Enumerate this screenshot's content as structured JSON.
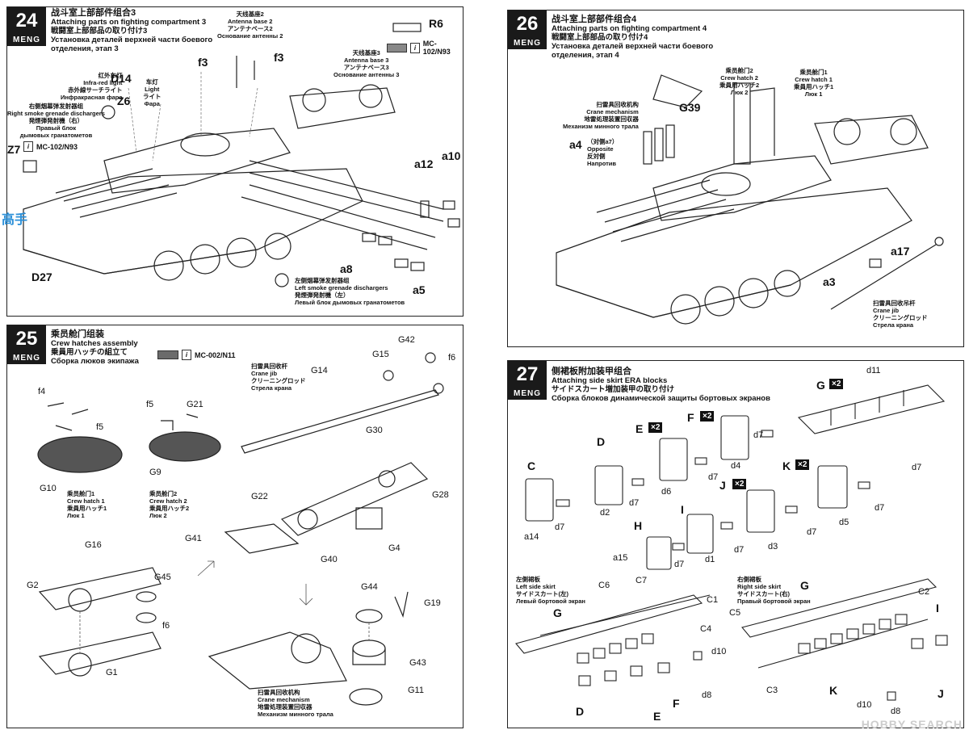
{
  "panels": {
    "p24": {
      "step": "24",
      "brand": "MENG",
      "title_cn": "战斗室上部部件组合3",
      "title_en": "Attaching parts on fighting compartment 3",
      "title_jp": "戦闘室上部部品の取り付け3",
      "title_ru": "Установка деталей верхней части боевого отделения, этап 3",
      "paint_r6": "R6",
      "paint_code": "MC-102/N93",
      "paint_code2": "MC-102/N93",
      "notes": {
        "antenna_base_2": "天线基座2\nAntenna base 2\nアンテナベース2\nОснование антенны 2",
        "antenna_base_3": "天线基座3\nAntenna base 3\nアンテナベース3\nОснование антенны 3",
        "infrared_light": "红外车灯\nInfra-red light\n赤外線サーチライト\nИнфракрасная фара",
        "light": "车灯\nLight\nライト\nФара",
        "right_smoke": "右侧烟幕弹发射器组\nRight smoke grenade dischargers\n発煙弾発射機（右）\nПравый блок\nдымовых гранатометов",
        "left_smoke": "左侧烟幕弹发射器组\nLeft smoke grenade dischargers\n発煙弾発射機（左）\nЛевый блок дымовых гранатометов"
      },
      "labels": [
        "f3",
        "f3",
        "D14",
        "Z6",
        "Z7",
        "D27",
        "a10",
        "a12",
        "a8",
        "a5"
      ]
    },
    "p25": {
      "step": "25",
      "brand": "MENG",
      "title_cn": "乘员舱门组装",
      "title_en": "Crew hatches assembly",
      "title_jp": "乗員用ハッチの組立て",
      "title_ru": "Сборка люков экипажа",
      "paint_code": "MC-002/N11",
      "notes": {
        "crane_jib": "扫雷具回收杆\nCrane jib\nクリーニングロッド\nСтрела крана",
        "crew_hatch_1": "乘员舱门1\nCrew hatch 1\n乗員用ハッチ1\nЛюк 1",
        "crew_hatch_2": "乘员舱门2\nCrew hatch 2\n乗員用ハッチ2\nЛюк 2",
        "crane_mech": "扫雷具回收机构\nCrane mechanism\n地雷処理装置回収器\nМеханизм минного трала"
      },
      "labels": [
        "f4",
        "f5",
        "G10",
        "f5",
        "G21",
        "G9",
        "G14",
        "G15",
        "G42",
        "f6",
        "G30",
        "G28",
        "G22",
        "G41",
        "G40",
        "G4",
        "G16",
        "G2",
        "G45",
        "f6",
        "G1",
        "G44",
        "G19",
        "G43",
        "G11"
      ]
    },
    "p26": {
      "step": "26",
      "brand": "MENG",
      "title_cn": "战斗室上部部件组合4",
      "title_en": "Attaching parts on fighting compartment 4",
      "title_jp": "戦闘室上部部品の取り付け4",
      "title_ru": "Установка деталей верхней части боевого отделения, этап 4",
      "notes": {
        "crew_hatch_2": "乘员舱门2\nCrew hatch 2\n乗員用ハッチ2\nЛюк 2",
        "crew_hatch_1": "乘员舱门1\nCrew hatch 1\n乗員用ハッチ1\nЛюк 1",
        "crane_mech": "扫雷具回收机构\nCrane mechanism\n地雷処理装置回収器\nМеханизм минного трала",
        "opposite": "（对侧a7）\nOpposite\n反対側\nНапротив",
        "crane_jib": "扫雷具回收吊杆\nCrane jib\nクリーニングロッド\nСтрела крана"
      },
      "labels": [
        "G39",
        "a4",
        "a17",
        "a3"
      ]
    },
    "p27": {
      "step": "27",
      "brand": "MENG",
      "title_cn": "侧裙板附加装甲组合",
      "title_en": "Attaching side skirt ERA blocks",
      "title_jp": "サイドスカート増加装甲の取り付け",
      "title_ru": "Сборка блоков динамической защиты бортовых экранов",
      "multipliers": {
        "G": "×2",
        "E": "×2",
        "F": "×2",
        "K": "×2",
        "J": "×2"
      },
      "notes": {
        "left_skirt": "左側裙板\nLeft side skirt\nサイドスカート(左)\nЛевый бортовой экран",
        "right_skirt": "右側裙板\nRight side skirt\nサイドスカート(右)\nПравый бортовой экран"
      },
      "labels": [
        "C",
        "D",
        "E",
        "F",
        "G",
        "H",
        "I",
        "J",
        "K",
        "a14",
        "d7",
        "d2",
        "d7",
        "d6",
        "d7",
        "d4",
        "d7",
        "d11",
        "d7",
        "a15",
        "d7",
        "d1",
        "d7",
        "d3",
        "d7",
        "d5",
        "d7",
        "C6",
        "C7",
        "C1",
        "C4",
        "G",
        "d10",
        "d8",
        "D",
        "E",
        "F",
        "C5",
        "G",
        "C2",
        "I",
        "C3",
        "K",
        "d10",
        "d8",
        "J"
      ]
    }
  },
  "watermark": "HOBBY SEARCH",
  "watermark_left": "高手"
}
